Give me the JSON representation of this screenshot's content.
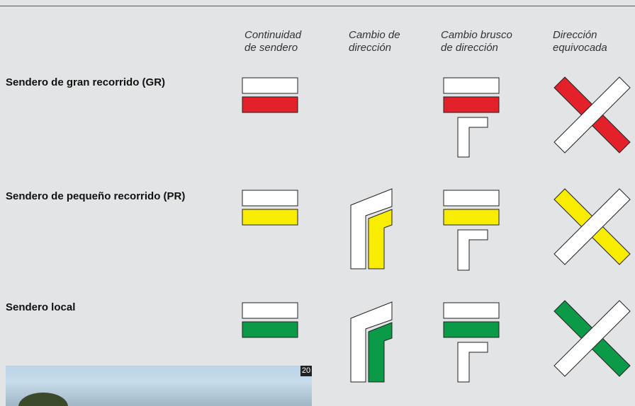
{
  "columns": [
    {
      "label": "Continuidad\nde sendero"
    },
    {
      "label": "Cambio de\ndirección"
    },
    {
      "label": "Cambio brusco\nde dirección"
    },
    {
      "label": "Dirección\nequivocada"
    }
  ],
  "rows": [
    {
      "label": "Sendero de gran recorrido (GR)",
      "color": "#e3212b",
      "color_name": "red"
    },
    {
      "label": "Sendero de pequeño recorrido (PR)",
      "color": "#f8ec00",
      "color_name": "yellow"
    },
    {
      "label": "Sendero local",
      "color": "#0a9a48",
      "color_name": "green"
    }
  ],
  "photo": {
    "number": "20"
  },
  "colors": {
    "background": "#e3e4e5",
    "white_stripe": "#ffffff",
    "outline": "#222222"
  }
}
